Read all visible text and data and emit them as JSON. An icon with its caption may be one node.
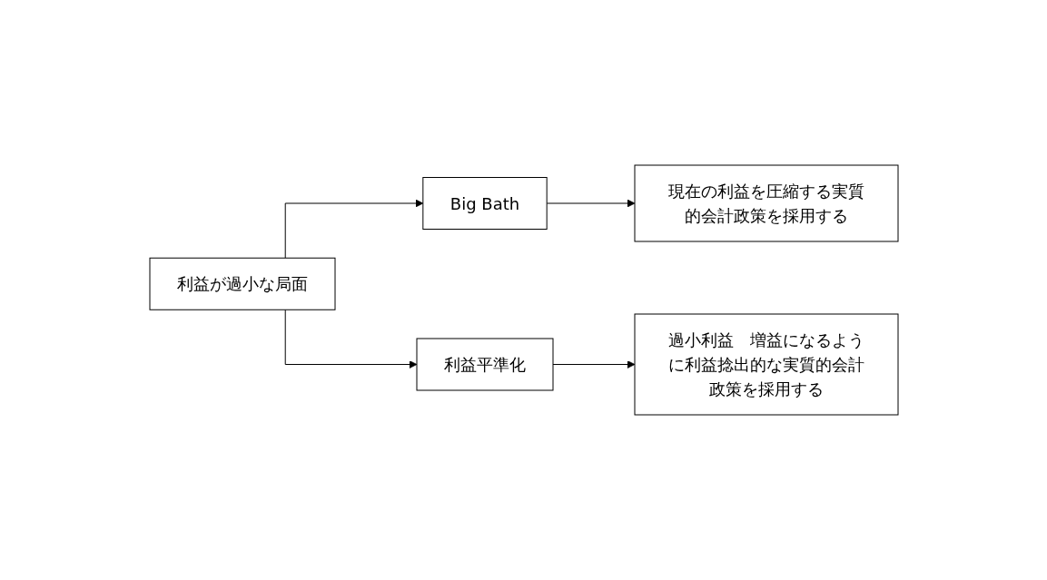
{
  "diagram": {
    "nodes": [
      {
        "text": [
          "利益が過小な局面"
        ]
      },
      {
        "text": [
          "Big Bath"
        ]
      },
      {
        "text": [
          "現在の利益を圧縮する実質的会計政策を採用する"
        ]
      },
      {
        "text": [
          "利益平準化"
        ]
      },
      {
        "text": [
          "過小利益　増益になるように利益捻出的な実質的会計政策を採用する"
        ]
      }
    ],
    "edges": [
      {
        "from": 0,
        "to": 1,
        "arrow": "to"
      },
      {
        "from": 1,
        "to": 2,
        "arrow": "to"
      },
      {
        "from": 0,
        "to": 3,
        "arrow": "to"
      },
      {
        "from": 3,
        "to": 4,
        "arrow": "to"
      }
    ]
  }
}
